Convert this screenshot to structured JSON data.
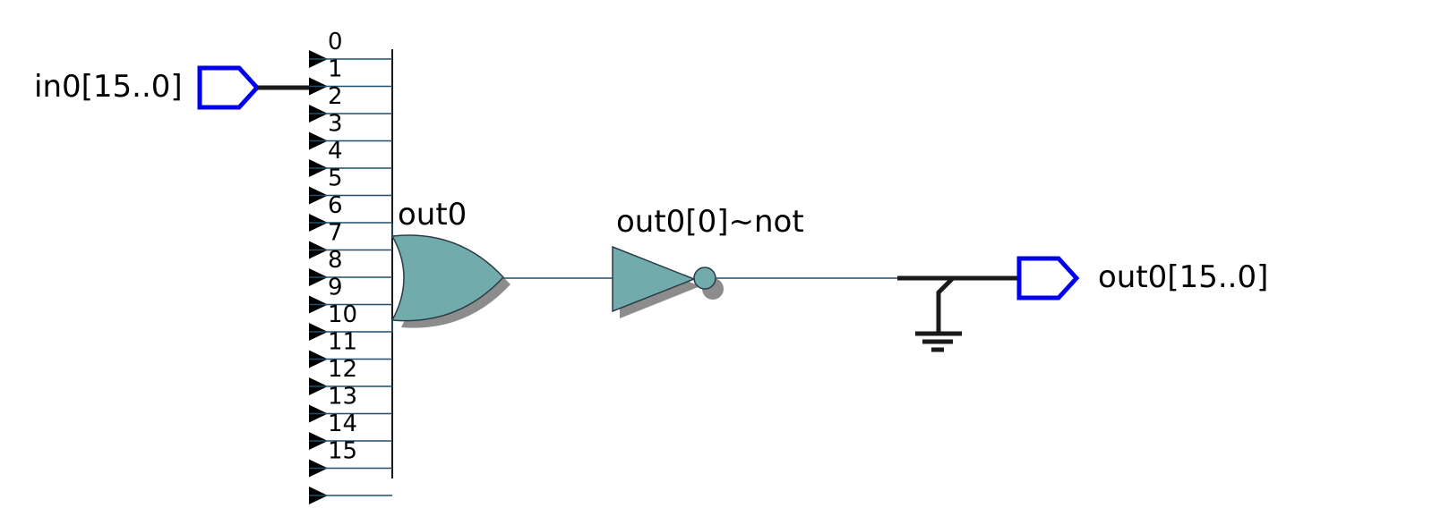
{
  "input_port": {
    "label": "in0[15..0]"
  },
  "output_port": {
    "label": "out0[15..0]"
  },
  "or_gate": {
    "label": "out0"
  },
  "not_gate": {
    "label": "out0[0]~not"
  },
  "bus_bits": [
    "0",
    "1",
    "2",
    "3",
    "4",
    "5",
    "6",
    "7",
    "8",
    "9",
    "10",
    "11",
    "12",
    "13",
    "14",
    "15"
  ],
  "colors": {
    "port_stroke": "#0000ee",
    "gate_fill": "#72abab",
    "wire": "#1f4f6b",
    "bus": "#1a1a1a",
    "shadow": "#8c8c8c"
  },
  "icons": [
    "input-port-icon",
    "output-port-icon",
    "or-gate-icon",
    "not-gate-icon",
    "ground-icon"
  ]
}
